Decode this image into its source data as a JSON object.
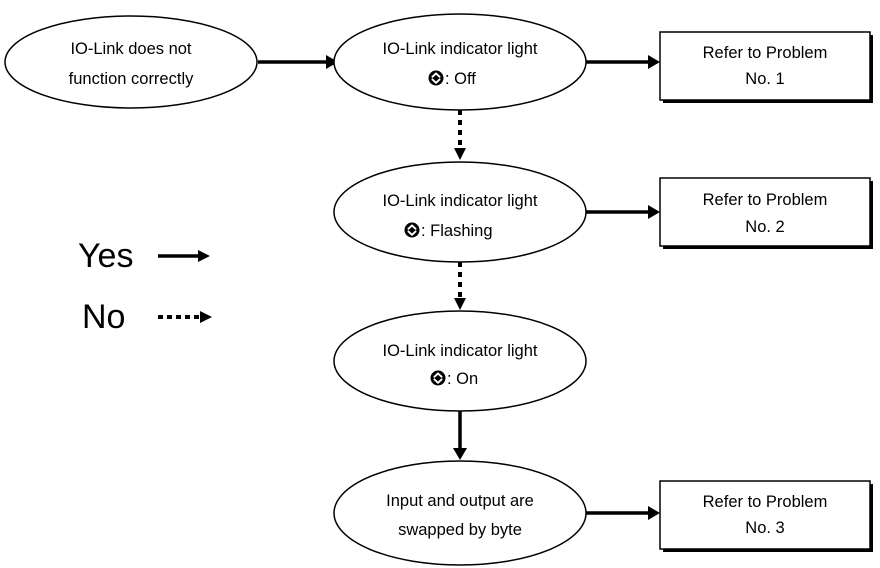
{
  "colors": {
    "stroke": "#000000",
    "fill": "#ffffff",
    "text": "#000000"
  },
  "nodes": {
    "start": {
      "line1": "IO-Link does not",
      "line2": "function correctly"
    },
    "off": {
      "line1": "IO-Link indicator light",
      "line2": ": Off",
      "icon": "io-link-indicator-icon"
    },
    "flashing": {
      "line1": "IO-Link indicator light",
      "line2": ": Flashing",
      "icon": "io-link-indicator-icon"
    },
    "on": {
      "line1": "IO-Link indicator light",
      "line2": ": On",
      "icon": "io-link-indicator-icon"
    },
    "swapped": {
      "line1": "Input and output are",
      "line2": "swapped by byte"
    },
    "problem1": {
      "line1": "Refer to Problem",
      "line2": "No. 1"
    },
    "problem2": {
      "line1": "Refer to Problem",
      "line2": "No. 2"
    },
    "problem3": {
      "line1": "Refer to Problem",
      "line2": "No. 3"
    }
  },
  "legend": {
    "yes_label": "Yes",
    "no_label": "No"
  }
}
